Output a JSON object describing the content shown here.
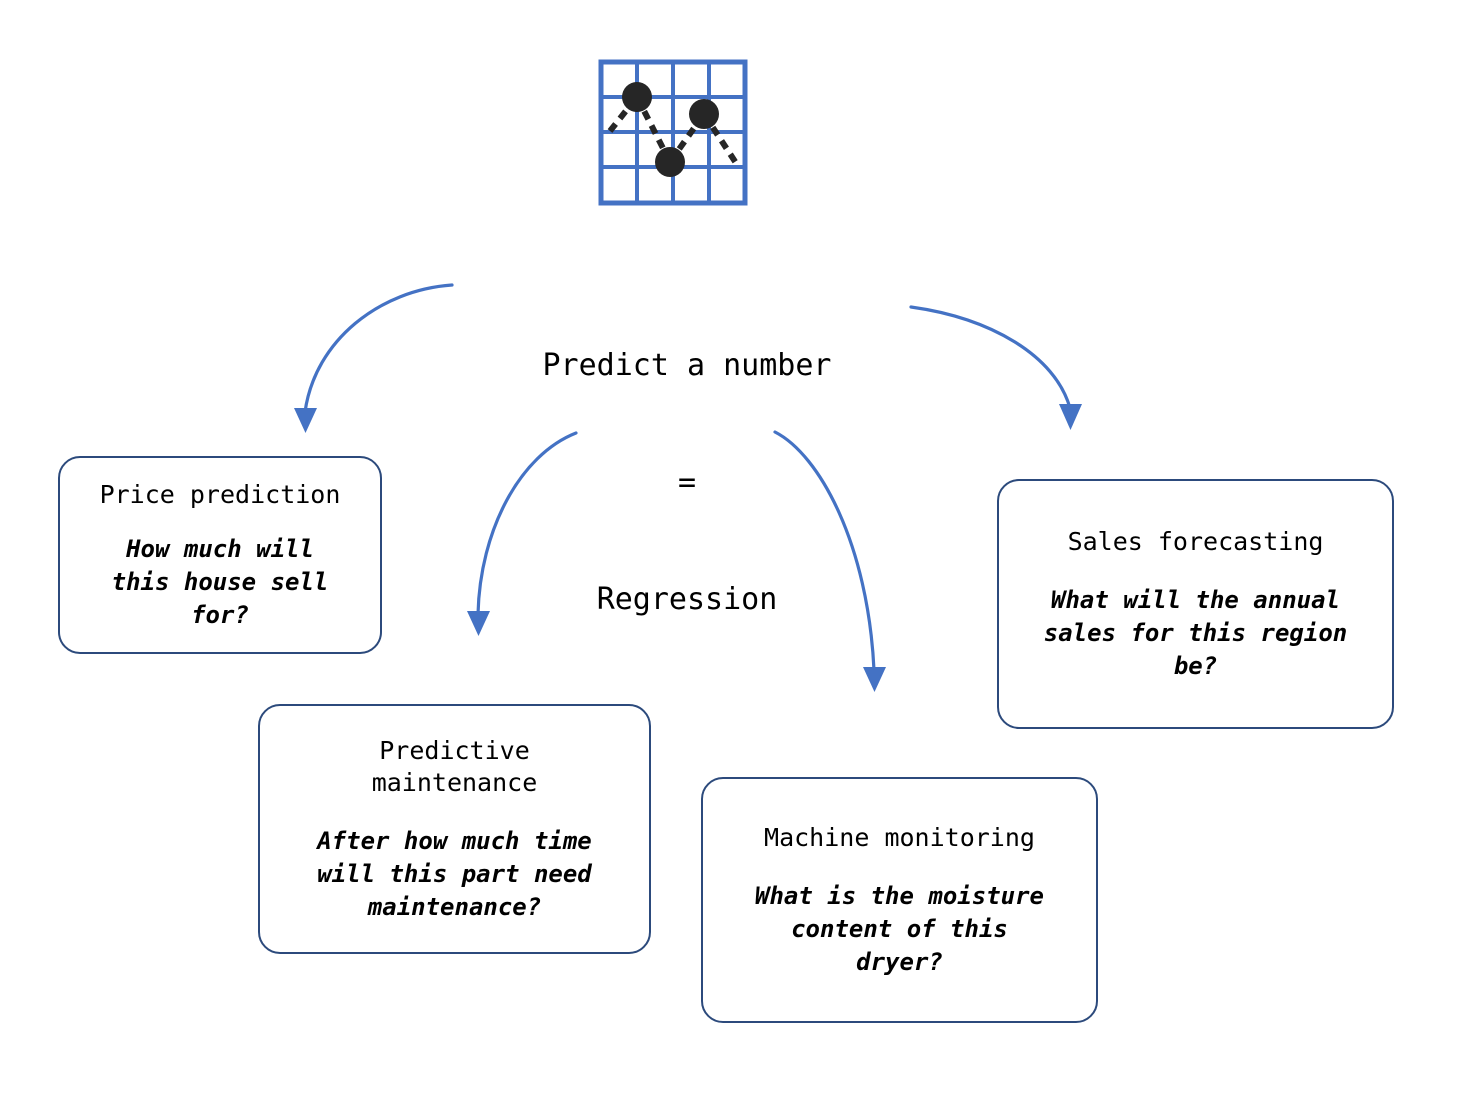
{
  "diagram": {
    "icon": {
      "name": "scatter-plot-grid-icon",
      "grid_color": "#4472C4",
      "point_color": "#262626",
      "cells": 4,
      "points": 3
    },
    "center": {
      "line1": "Predict a number",
      "line2": "=",
      "line3": "Regression"
    },
    "colors": {
      "arrow": "#4472C4",
      "box_border": "#2c4a7c",
      "text": "#000000",
      "background": "#ffffff"
    },
    "nodes": [
      {
        "id": "price-prediction",
        "title": "Price prediction",
        "subtitle": "How much will\nthis house sell\nfor?"
      },
      {
        "id": "predictive-maintenance",
        "title": "Predictive\nmaintenance",
        "subtitle": "After how much time\nwill this part need\nmaintenance?"
      },
      {
        "id": "machine-monitoring",
        "title": "Machine monitoring",
        "subtitle": "What is the moisture\ncontent of this\ndryer?"
      },
      {
        "id": "sales-forecasting",
        "title": "Sales forecasting",
        "subtitle": "What will the annual\nsales for this region\nbe?"
      }
    ],
    "arrows": [
      {
        "id": "arrow-to-price-prediction",
        "from": "center",
        "to": "price-prediction"
      },
      {
        "id": "arrow-to-predictive-maintenance",
        "from": "center",
        "to": "predictive-maintenance"
      },
      {
        "id": "arrow-to-machine-monitoring",
        "from": "center",
        "to": "machine-monitoring"
      },
      {
        "id": "arrow-to-sales-forecasting",
        "from": "center",
        "to": "sales-forecasting"
      }
    ]
  }
}
